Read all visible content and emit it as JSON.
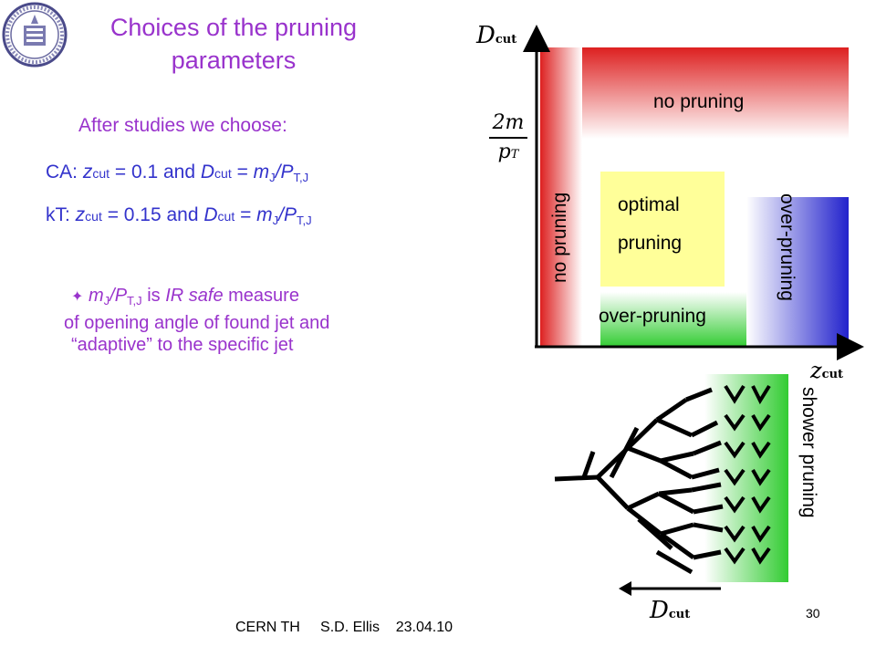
{
  "title": {
    "line1": "Choices of the pruning",
    "line2": "parameters"
  },
  "intro": "After studies we choose:",
  "choices": {
    "ca": {
      "prefix": "CA: ",
      "z_sym": "z",
      "z_sub": "cut",
      "z_val": " = 0.1 and ",
      "d_sym": "D",
      "d_sub": "cut",
      "eq": " = ",
      "m_sym": "m",
      "m_sub": "J",
      "slash": "/",
      "p_sym": "P",
      "p_sub": "T,J"
    },
    "kt": {
      "prefix": "kT: ",
      "z_sym": "z",
      "z_sub": "cut",
      "z_val": " = 0.15 and ",
      "d_sym": "D",
      "d_sub": "cut",
      "eq": " = ",
      "m_sym": "m",
      "m_sub": "J",
      "slash": "/",
      "p_sym": "P",
      "p_sub": "T,J"
    }
  },
  "note": {
    "star": "✦",
    "m_sym": "m",
    "m_sub": "J",
    "slash": "/",
    "p_sym": "P",
    "p_sub": "T,J",
    "is": " is ",
    "ir": "IR safe",
    "rest1": " measure",
    "line2": "of opening angle of found jet and",
    "line3": "“adaptive” to the specific jet"
  },
  "diagram": {
    "y_axis_label": "D",
    "y_axis_sub": "cut",
    "y_tick_num": "2m",
    "y_tick_den": "p",
    "y_tick_den_sub": "T",
    "x_axis_label": "z",
    "x_axis_sub": "cut",
    "regions": {
      "no_pruning_top": "no pruning",
      "no_pruning_left": "no pruning",
      "optimal_1": "optimal",
      "optimal_2": "pruning",
      "over_pruning_bottom": "over-pruning",
      "over_pruning_right": "over-pruning"
    },
    "colors": {
      "red": "#dd2020",
      "blue": "#2222cc",
      "green": "#33cc33",
      "yellow": "#ffff99"
    }
  },
  "shower": {
    "label": "shower pruning",
    "arrow_label": "D",
    "arrow_sub": "cut"
  },
  "footer": "CERN TH     S.D. Ellis    23.04.10",
  "page_number": "30"
}
